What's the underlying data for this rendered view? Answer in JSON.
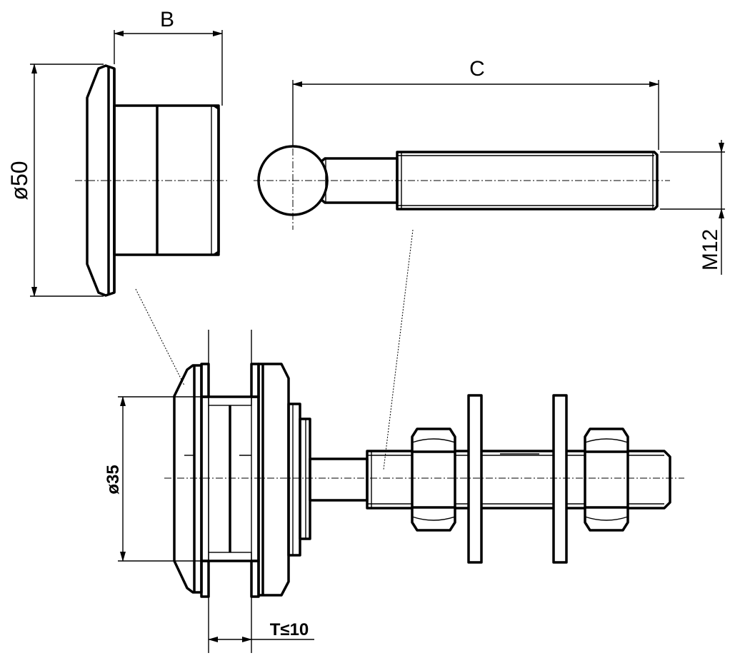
{
  "drawing": {
    "labels": {
      "width_b": "B",
      "length_c": "C",
      "diameter_50": "ø50",
      "thread_m12": "M12",
      "diameter_35": "ø35",
      "thickness_t": "T≤10"
    }
  }
}
